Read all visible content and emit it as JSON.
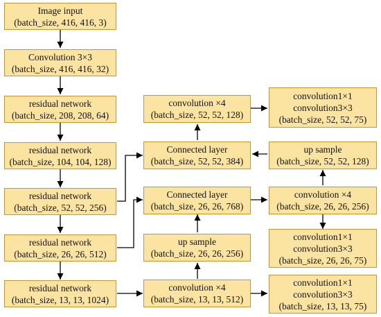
{
  "colors": {
    "box_fill": "#fbe3a1",
    "box_border": "#c8962e",
    "arrow": "#000000"
  },
  "left_column": [
    {
      "title": "Image input",
      "shape": "(batch_size, 416, 416, 3)"
    },
    {
      "title": "Convolution 3×3",
      "shape": "(batch_size, 416, 416, 32)"
    },
    {
      "title": "residual network",
      "shape": "(batch_size, 208, 208, 64)"
    },
    {
      "title": "residual network",
      "shape": "(batch_size, 104, 104, 128)"
    },
    {
      "title": "residual network",
      "shape": "(batch_size, 52, 52, 256)"
    },
    {
      "title": "residual network",
      "shape": "(batch_size, 26, 26, 512)"
    },
    {
      "title": "residual network",
      "shape": "(batch_size, 13, 13, 1024)"
    }
  ],
  "middle_column": [
    {
      "title": "convolution ×4",
      "shape": "(batch_size, 52, 52, 128)"
    },
    {
      "title": "Connected layer",
      "shape": "(batch_size, 52, 52, 384)"
    },
    {
      "title": "Connected layer",
      "shape": "(batch_size, 26, 26, 768)"
    },
    {
      "title": "up sample",
      "shape": "(batch_size, 26, 26, 256)"
    },
    {
      "title": "convolution ×4",
      "shape": "(batch_size, 13, 13, 512)"
    }
  ],
  "right_column": [
    {
      "line1": "convolution1×1",
      "line2": "convolution3×3",
      "shape": "(batch_size, 52, 52, 75)"
    },
    {
      "title": "up sample",
      "shape": "(batch_size, 52, 52, 128)"
    },
    {
      "title": "convolution ×4",
      "shape": "(batch_size, 26, 26, 256)"
    },
    {
      "line1": "convolution1×1",
      "line2": "convolution3×3",
      "shape": "(batch_size, 26, 26, 75)"
    },
    {
      "line1": "convolution1×1",
      "line2": "convolution3×3",
      "shape": "(batch_size, 13, 13, 75)"
    }
  ]
}
